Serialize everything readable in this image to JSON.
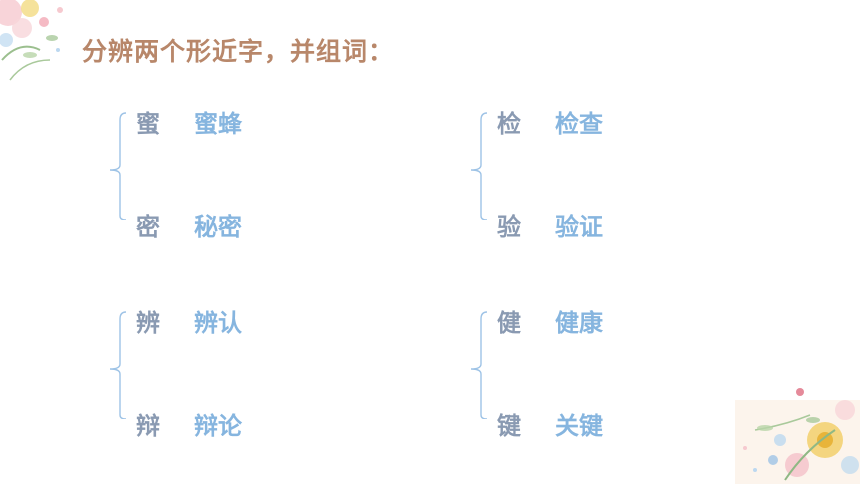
{
  "title": "分辨两个形近字，并组词：",
  "groups": [
    {
      "pairs": [
        {
          "char": "蜜",
          "word": "蜜蜂"
        },
        {
          "char": "密",
          "word": "秘密"
        }
      ]
    },
    {
      "pairs": [
        {
          "char": "检",
          "word": "检查"
        },
        {
          "char": "验",
          "word": "验证"
        }
      ]
    },
    {
      "pairs": [
        {
          "char": "辨",
          "word": "辨认"
        },
        {
          "char": "辩",
          "word": "辩论"
        }
      ]
    },
    {
      "pairs": [
        {
          "char": "健",
          "word": "健康"
        },
        {
          "char": "键",
          "word": "关键"
        }
      ]
    }
  ],
  "colors": {
    "title": "#b8876a",
    "char": "#8a9ab2",
    "word": "#86b5df",
    "bracket": "#9ec3e6"
  }
}
